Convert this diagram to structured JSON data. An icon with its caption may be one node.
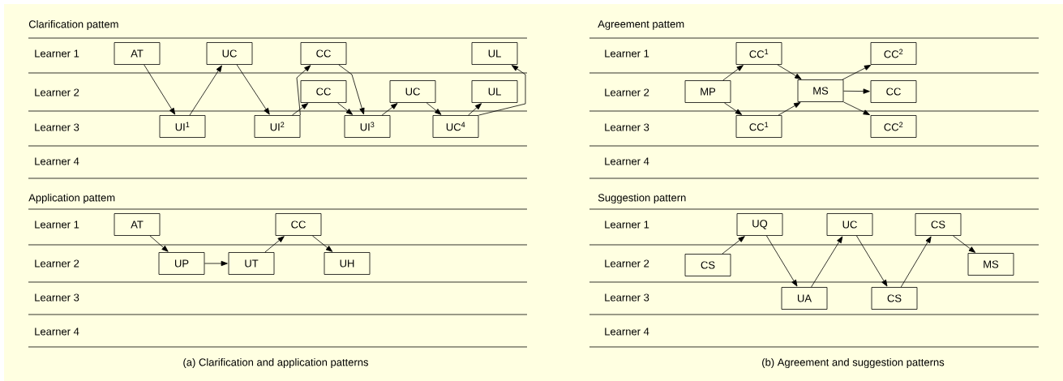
{
  "diagram": {
    "nodes": [
      {
        "text": [
          "AT"
        ]
      },
      {
        "text": [
          "UC"
        ]
      },
      {
        "text": [
          "CC"
        ]
      },
      {
        "text": [
          "UL"
        ]
      },
      {
        "text": [
          "CC"
        ]
      },
      {
        "text": [
          "UC"
        ]
      },
      {
        "text": [
          "UL"
        ]
      },
      {
        "text": [
          "UI$^{1}$"
        ]
      },
      {
        "text": [
          "UI$^{2}$"
        ]
      },
      {
        "text": [
          "UI$^{3}$"
        ]
      },
      {
        "text": [
          "UC$^{4}$"
        ]
      },
      {
        "text": [
          "AT"
        ]
      },
      {
        "text": [
          "CC"
        ]
      },
      {
        "text": [
          "UP"
        ]
      },
      {
        "text": [
          "UT"
        ]
      },
      {
        "text": [
          "UH"
        ]
      },
      {
        "text": [
          "CC$^{1}$"
        ]
      },
      {
        "text": [
          "CC$^{2}$"
        ]
      },
      {
        "text": [
          "MP"
        ]
      },
      {
        "text": [
          "MS"
        ]
      },
      {
        "text": [
          "CC"
        ]
      },
      {
        "text": [
          "CC$^{1}$"
        ]
      },
      {
        "text": [
          "CC$^{2}$"
        ]
      },
      {
        "text": [
          "UQ"
        ]
      },
      {
        "text": [
          "UC"
        ]
      },
      {
        "text": [
          "CS"
        ]
      },
      {
        "text": [
          "CS"
        ]
      },
      {
        "text": [
          "MS"
        ]
      },
      {
        "text": [
          "UA"
        ]
      },
      {
        "text": [
          "CS"
        ]
      }
    ],
    "edges": [
      {
        "from": 0,
        "to": 7,
        "arrow": "to"
      },
      {
        "from": 7,
        "to": 1,
        "arrow": "to"
      },
      {
        "from": 1,
        "to": 8,
        "arrow": "to"
      },
      {
        "from": 8,
        "to": 2,
        "arrow": "to"
      },
      {
        "from": 8,
        "to": 4,
        "arrow": "to"
      },
      {
        "from": 2,
        "to": 9,
        "arrow": "to"
      },
      {
        "from": 4,
        "to": 9,
        "arrow": "to"
      },
      {
        "from": 9,
        "to": 5,
        "arrow": "to"
      },
      {
        "from": 5,
        "to": 10,
        "arrow": "to"
      },
      {
        "from": 10,
        "to": 3,
        "arrow": "to"
      },
      {
        "from": 10,
        "to": 6,
        "arrow": "to"
      },
      {
        "from": 11,
        "to": 13,
        "arrow": "to"
      },
      {
        "from": 13,
        "to": 14,
        "arrow": "to"
      },
      {
        "from": 14,
        "to": 12,
        "arrow": "to"
      },
      {
        "from": 12,
        "to": 15,
        "arrow": "to"
      },
      {
        "from": 18,
        "to": 16,
        "arrow": "to"
      },
      {
        "from": 18,
        "to": 21,
        "arrow": "to"
      },
      {
        "from": 16,
        "to": 19,
        "arrow": "to"
      },
      {
        "from": 21,
        "to": 19,
        "arrow": "to"
      },
      {
        "from": 19,
        "to": 17,
        "arrow": "to"
      },
      {
        "from": 19,
        "to": 20,
        "arrow": "to"
      },
      {
        "from": 19,
        "to": 22,
        "arrow": "to"
      },
      {
        "from": 26,
        "to": 23,
        "arrow": "to"
      },
      {
        "from": 23,
        "to": 28,
        "arrow": "to"
      },
      {
        "from": 28,
        "to": 24,
        "arrow": "to"
      },
      {
        "from": 24,
        "to": 29,
        "arrow": "to"
      },
      {
        "from": 29,
        "to": 25,
        "arrow": "to"
      },
      {
        "from": 25,
        "to": 27,
        "arrow": "to"
      }
    ],
    "labels": [
      "Clarification pattem",
      "Learner 1",
      "Learner 2",
      "Learner 3",
      "Learner 4",
      "Application pattem",
      "Learner 1",
      "Learner 2",
      "Learner 3",
      "Learner 4",
      "(a) Clarification and application patterns",
      "Agreement pattem",
      "Learner 1",
      "Learner 2",
      "Learner 3",
      "Learner 4",
      "Suggestion pattern",
      "Learner 1",
      "Learner 2",
      "Learner 3",
      "Learner 4",
      "(b) Agreement and suggestion patterns"
    ]
  }
}
